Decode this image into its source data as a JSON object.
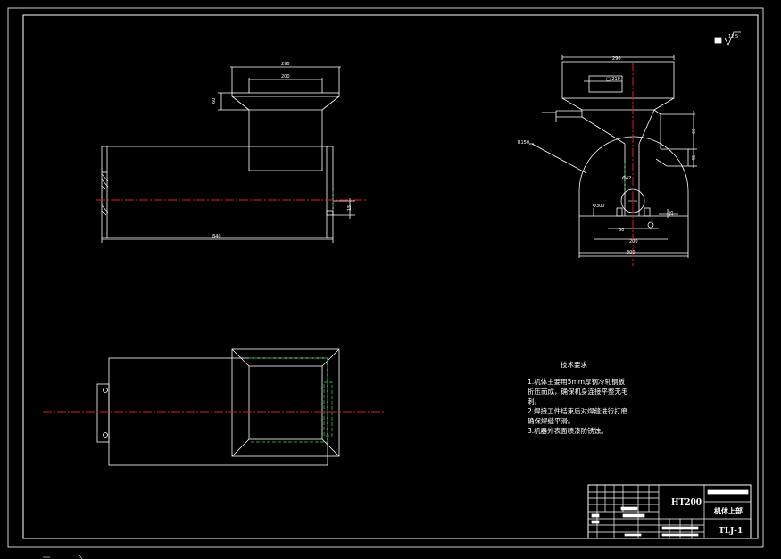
{
  "colors": {
    "background": "#000000",
    "line": "#ffffff",
    "centerline": "#d81e1e",
    "hidden": "#1fa83a"
  },
  "dimensions": {
    "front": {
      "top_width_outer": "290",
      "top_width_inner": "200",
      "top_height": "60",
      "body_length": "840",
      "offset": "15"
    },
    "side": {
      "top_width": "290",
      "slot_label": "□ 210",
      "radius": "R150",
      "hole_dia": "Φ42",
      "hole_dia_small": "Φ300",
      "base_width": "300",
      "inner_width": "200",
      "inner_small": "60",
      "right_height": "60",
      "right_height_2": "45",
      "right_offset": "15"
    }
  },
  "roughness": {
    "value": "12.5"
  },
  "technical_requirements": {
    "title": "技术要求",
    "lines": [
      "1.机体主要用5mm厚钢冷轧钢板",
      "  折压而成，确保机身连接平整无毛",
      "  刺。",
      "2.焊接工件结束后对焊缝进行打磨",
      "  确保焊缝平滑。",
      "3.机器外表面喷漆防锈蚀。"
    ]
  },
  "title_block": {
    "material": "HT200",
    "part_name": "机体上部",
    "drawing_number": "TLJ-1"
  }
}
